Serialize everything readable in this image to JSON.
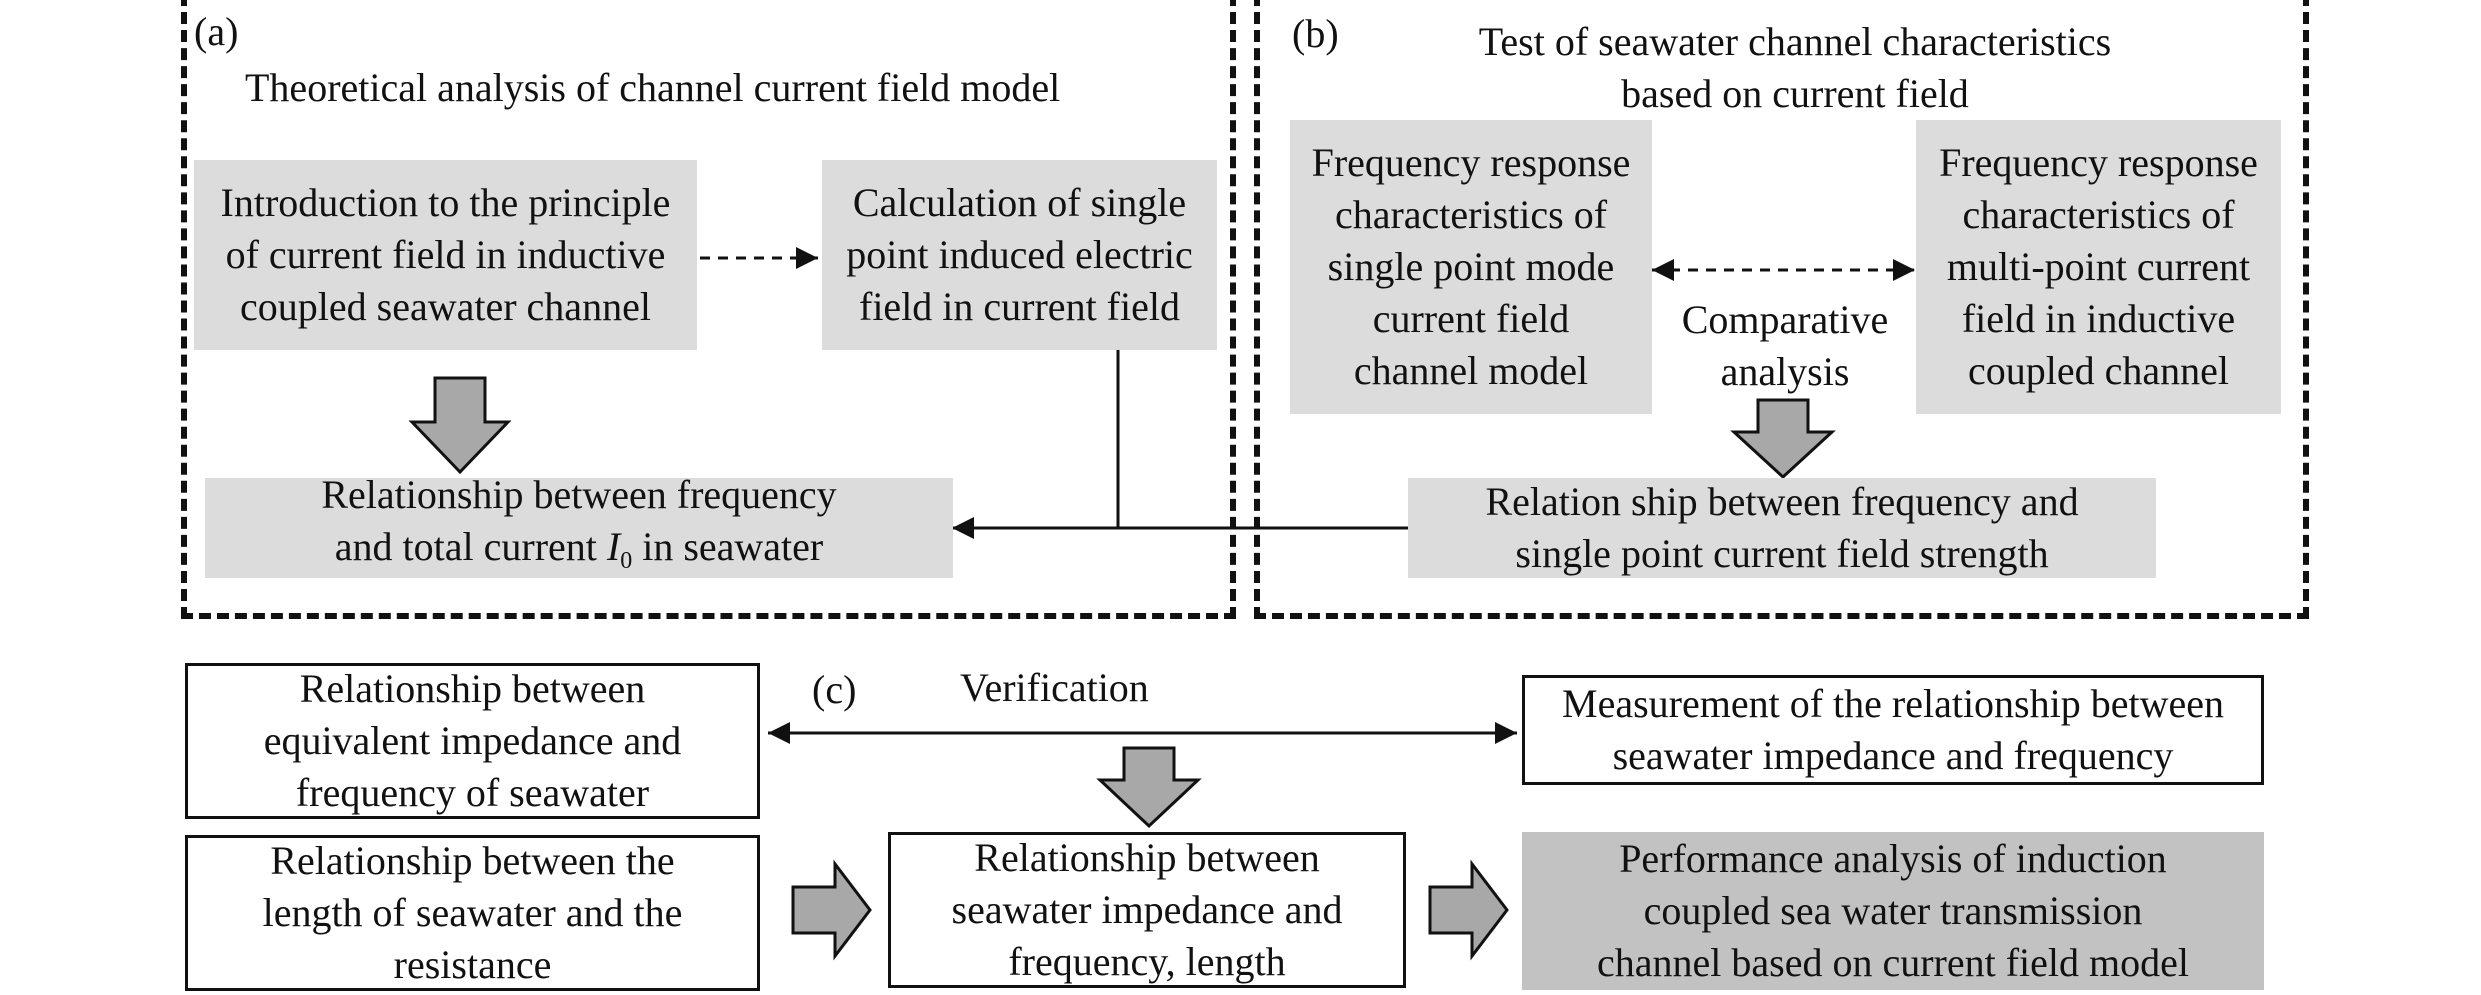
{
  "panel_a": {
    "label": "(a)",
    "title": "Theoretical analysis of channel current field model",
    "intro_box": [
      "Introduction to the principle",
      "of current field in inductive",
      "coupled seawater channel"
    ],
    "calc_box": [
      "Calculation of single",
      "point induced electric",
      "field in current field"
    ],
    "freq_current_box": {
      "line1": "Relationship between frequency",
      "line2_pre": "and total current ",
      "symbol": "I",
      "subscript": "0",
      "line2_post": " in seawater"
    }
  },
  "panel_b": {
    "label": "(b)",
    "title": [
      "Test of seawater channel characteristics",
      "based on current field"
    ],
    "single_box": [
      "Frequency response",
      "characteristics of",
      "single point mode",
      "current field",
      "channel model"
    ],
    "multi_box": [
      "Frequency response",
      "characteristics of",
      "multi-point current",
      "field in inductive",
      "coupled channel"
    ],
    "comparative": [
      "Comparative",
      "analysis"
    ],
    "strength_box": [
      "Relation ship between frequency and",
      "single point current field strength"
    ]
  },
  "panel_c": {
    "label": "(c)",
    "verification": "Verification",
    "equiv_box": [
      "Relationship between",
      "equivalent impedance and",
      "frequency of seawater"
    ],
    "measurement_box": [
      "Measurement of the relationship between",
      "seawater impedance and frequency"
    ],
    "length_box": [
      "Relationship between the",
      "length of seawater and the",
      "resistance"
    ],
    "impedance_box": [
      "Relationship between",
      "seawater impedance and",
      "frequency, length"
    ],
    "performance_box": [
      "Performance analysis of induction",
      "coupled sea water transmission",
      "channel based on current field model"
    ]
  },
  "colors": {
    "box_fill": "#dcdcdc",
    "result_fill": "#c2c2c2",
    "arrow_fill": "#a8a8a8",
    "line": "#111111"
  }
}
